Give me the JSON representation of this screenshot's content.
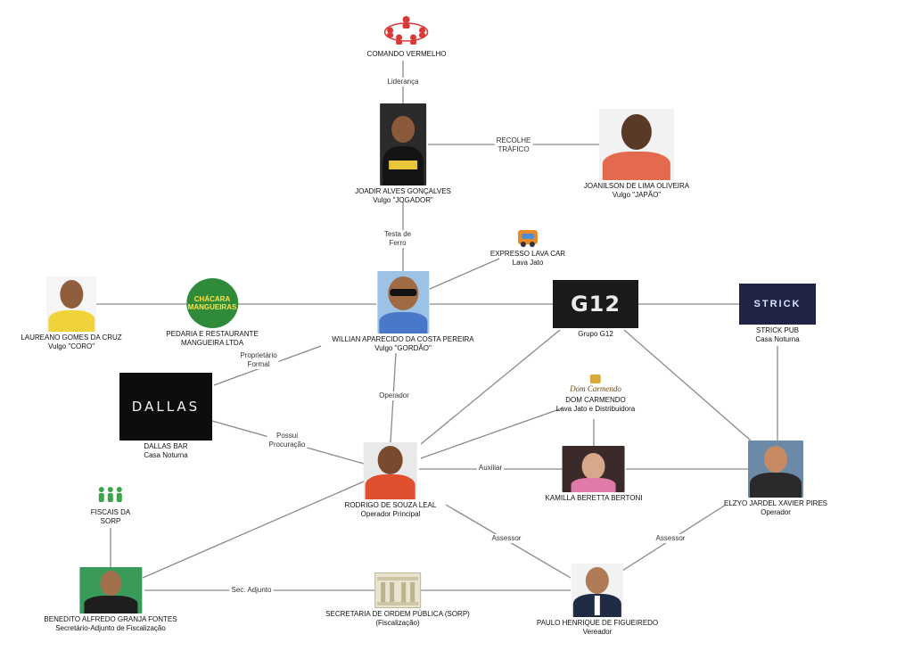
{
  "nodes": {
    "comando": {
      "name": "COMANDO VERMELHO",
      "icon": "people-network-icon",
      "accent": "#d83a3a"
    },
    "joadir": {
      "name": "JOADIR ALVES GONÇALVES",
      "sub": "Vulgo \"JOGADOR\""
    },
    "joanilson": {
      "name": "JOANILSON DE LIMA OLIVEIRA",
      "sub": "Vulgo \"JAPÃO\""
    },
    "expresso": {
      "name": "EXPRESSO LAVA CAR",
      "sub": "Lava Jato",
      "icon": "car-wash-icon"
    },
    "laureano": {
      "name": "LAUREANO GOMES DA CRUZ",
      "sub": "Vulgo \"CORO\""
    },
    "pedaria": {
      "name": "PEDARIA E RESTAURANTE",
      "sub": "MANGUEIRA LTDA",
      "logo_text": "CHÁCARA MANGUEIRAS"
    },
    "willian": {
      "name": "WILLIAN APARECIDO DA COSTA PEREIRA",
      "sub": "Vulgo \"GORDÃO\""
    },
    "g12": {
      "name": "Grupo G12",
      "logo_text": "G12"
    },
    "strick": {
      "name": "STRICK PUB",
      "sub": "Casa Noturna",
      "logo_text": "STRICK"
    },
    "dallas": {
      "name": "DALLAS BAR",
      "sub": "Casa Noturna",
      "logo_text": "DALLAS"
    },
    "domcarmendo": {
      "name": "DOM CARMENDO",
      "sub": "Lava Jato e Distribuidora",
      "logo_text": "Dom Carmendo"
    },
    "rodrigo": {
      "name": "RODRIGO DE SOUZA LEAL",
      "sub": "Operador Principal"
    },
    "kamilla": {
      "name": "KAMILLA BERETTA BERTONI"
    },
    "elzyo": {
      "name": "ELZYO JARDEL XAVIER PIRES",
      "sub": "Operador"
    },
    "fiscais": {
      "name": "FISCAIS DA",
      "sub": "SORP",
      "icon": "group-people-icon",
      "accent": "#3aa64a"
    },
    "benedito": {
      "name": "BENEDITO ALFREDO GRANJA FONTES",
      "sub": "Secretário-Adjunto de Fiscalização"
    },
    "secretaria": {
      "name": "SECRETARIA DE ORDEM PÚBLICA (SORP)",
      "sub": "(Fiscalização)",
      "icon": "building-icon"
    },
    "paulo": {
      "name": "PAULO HENRIQUE DE FIGUEIREDO",
      "sub": "Vereador"
    }
  },
  "edge_labels": {
    "lideranca": "Liderança",
    "recolhe": "RECOLHE\nTRÁFICO",
    "testa": "Testa de\nFerro",
    "proprietario": "Proprietário\nFormal",
    "operador": "Operador",
    "procuracao": "Possui\nProcuração",
    "auxiliar": "Auxiliar",
    "assessor1": "Assessor",
    "assessor2": "Assessor",
    "secadjunto": "Sec. Adjunto"
  }
}
